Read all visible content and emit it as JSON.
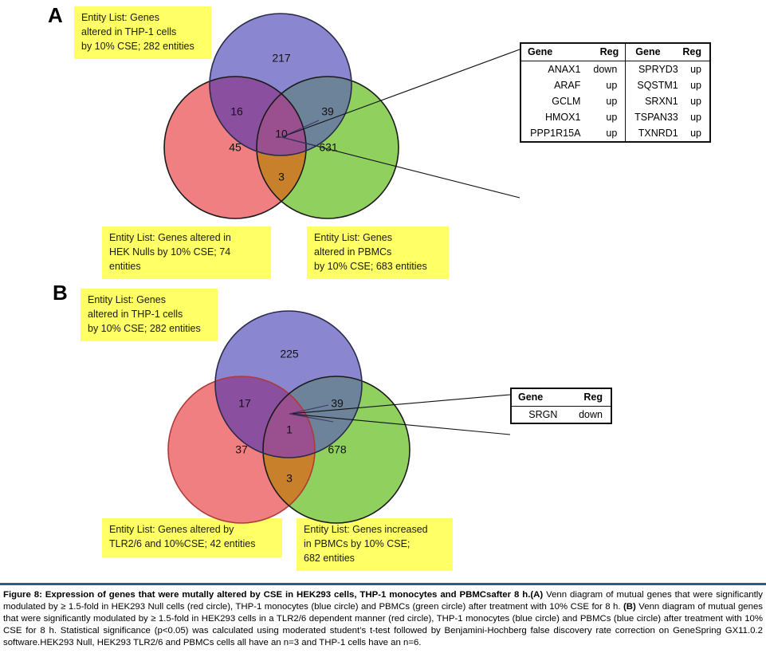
{
  "figure": {
    "id": "Figure 8",
    "caption_lead": "Figure 8: Expression of genes that were mutally altered by CSE in HEK293 cells, THP-1 monocytes and PBMCsafter 8 h.",
    "caption_a_label": "(A)",
    "caption_a_text": " Venn diagram of mutual genes that were significantly modulated by ≥ 1.5-fold in HEK293  Null cells (red circle), THP-1 monocytes (blue circle) and PBMCs (green circle) after treatment with 10% CSE for 8 h. ",
    "caption_b_label": "(B)",
    "caption_b_text": " Venn diagram of mutual genes that were significantly modulated by ≥ 1.5-fold in HEK293 cells in a TLR2/6 dependent manner (red circle), THP-1 monocytes (blue circle) and PBMCs (blue circle) after treatment with 10% CSE for 8 h. Statistical significance (p<0.05) was calculated using moderated student’s t-test followed by Benjamini-Hochberg false discovery rate correction on GeneSpring GX11.0.2 software.HEK293 Null, HEK293 TLR2/6 and PBMCs cells all have an n=3 and THP-1 cells have an n=6."
  },
  "colors": {
    "blue_circle": "#8a86cf",
    "red_circle": "#ef7f80",
    "green_circle": "#8fd05f",
    "blue_red_overlap": "#8a4f9e",
    "blue_green_overlap": "#6d8399",
    "red_green_overlap": "#c8812a",
    "triple_overlap": "#9a4f8f",
    "callout_background": "#ffff66",
    "stroke": "#111111",
    "caption_rule": "#2b5c8a"
  },
  "panel_a": {
    "letter": "A",
    "callouts": {
      "top_left": "Entity List: Genes\n altered in THP-1 cells\nby 10% CSE; 282 entities",
      "bottom_left": "Entity List: Genes altered in\nHEK Nulls by 10% CSE; 74\nentities",
      "bottom_right": "Entity List: Genes\n altered in PBMCs\nby 10% CSE; 683 entities"
    },
    "venn": {
      "blue_only": "217",
      "red_only": "45",
      "green_only": "631",
      "blue_red": "16",
      "blue_green": "39",
      "red_green": "3",
      "triple": "10"
    },
    "gene_table": {
      "headers": [
        "Gene",
        "Reg",
        "Gene",
        "Reg"
      ],
      "rows": [
        [
          "ANAX1",
          "down",
          "SPRYD3",
          "up"
        ],
        [
          "ARAF",
          "up",
          "SQSTM1",
          "up"
        ],
        [
          "GCLM",
          "up",
          "SRXN1",
          "up"
        ],
        [
          "HMOX1",
          "up",
          "TSPAN33",
          "up"
        ],
        [
          "PPP1R15A",
          "up",
          "TXNRD1",
          "up"
        ]
      ]
    }
  },
  "panel_b": {
    "letter": "B",
    "callouts": {
      "top_left": "Entity List: Genes\n altered in THP-1 cells\nby 10% CSE; 282 entities",
      "bottom_left": "Entity List: Genes altered by\nTLR2/6 and 10%CSE; 42 entities",
      "bottom_right": "Entity List: Genes increased\n in PBMCs by 10% CSE;\n682 entities"
    },
    "venn": {
      "blue_only": "225",
      "red_only": "37",
      "green_only": "678",
      "blue_red": "17",
      "blue_green": "39",
      "red_green": "3",
      "triple": "1"
    },
    "gene_table": {
      "headers": [
        "Gene",
        "Reg"
      ],
      "rows": [
        [
          "SRGN",
          "down"
        ]
      ]
    }
  },
  "chart_data": {
    "type": "venn",
    "title": "Expression of genes mutually altered by CSE in HEK293 cells, THP-1 monocytes and PBMCs after 8 h",
    "diagrams": [
      {
        "panel": "A",
        "sets": [
          {
            "name": "Genes altered in THP-1 cells by 10% CSE",
            "color": "#8a86cf",
            "total": 282
          },
          {
            "name": "Genes altered in HEK Nulls by 10% CSE",
            "color": "#ef7f80",
            "total": 74
          },
          {
            "name": "Genes altered in PBMCs by 10% CSE",
            "color": "#8fd05f",
            "total": 683
          }
        ],
        "regions": {
          "THP1_only": 217,
          "HEK_only": 45,
          "PBMC_only": 631,
          "THP1_HEK": 16,
          "THP1_PBMC": 39,
          "HEK_PBMC": 3,
          "all_three": 10
        }
      },
      {
        "panel": "B",
        "sets": [
          {
            "name": "Genes altered in THP-1 cells by 10% CSE",
            "color": "#8a86cf",
            "total": 282
          },
          {
            "name": "Genes altered by TLR2/6 and 10% CSE",
            "color": "#ef7f80",
            "total": 42
          },
          {
            "name": "Genes increased in PBMCs by 10% CSE",
            "color": "#8fd05f",
            "total": 682
          }
        ],
        "regions": {
          "THP1_only": 225,
          "HEK_only": 37,
          "PBMC_only": 678,
          "THP1_HEK": 17,
          "THP1_PBMC": 39,
          "HEK_PBMC": 3,
          "all_three": 1
        }
      }
    ]
  }
}
